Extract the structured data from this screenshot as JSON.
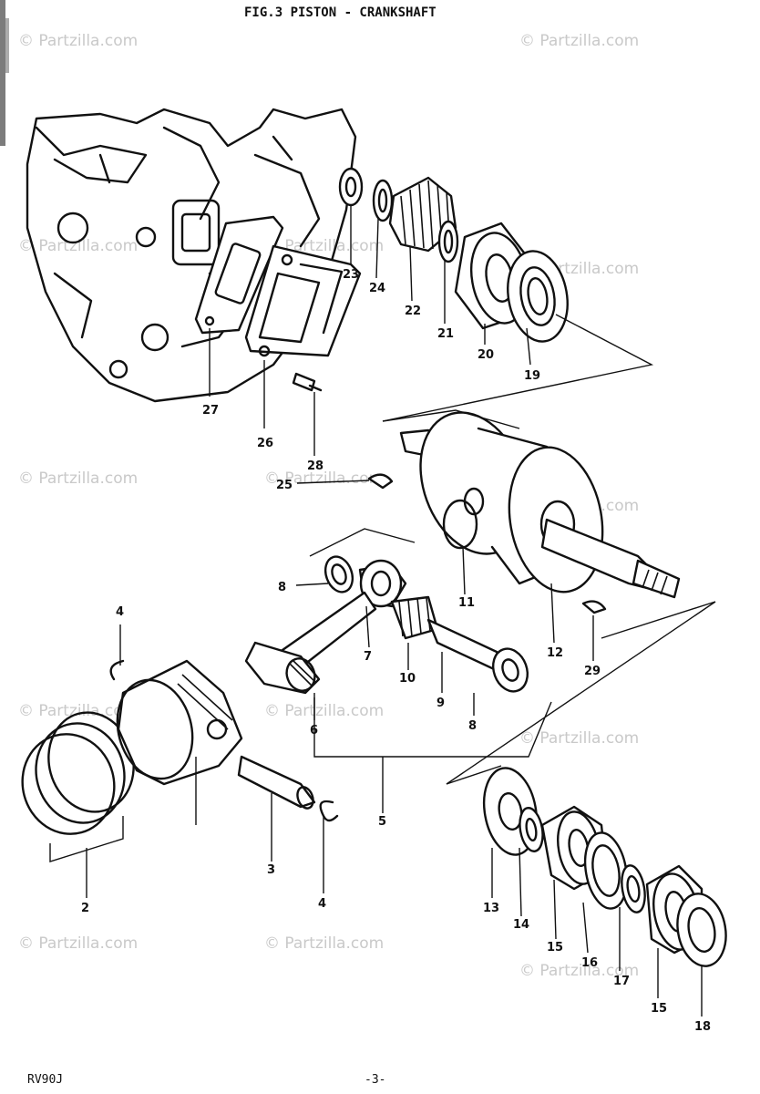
{
  "header": {
    "title": "FIG.3  PISTON - CRANKSHAFT"
  },
  "footer": {
    "model": "RV90J",
    "page": "-3-"
  },
  "watermark": {
    "text": "© Partzilla.com",
    "color": "#c9c9c9"
  },
  "callouts": [
    "2",
    "3",
    "4",
    "4",
    "5",
    "6",
    "7",
    "8",
    "8",
    "9",
    "10",
    "11",
    "12",
    "13",
    "14",
    "15",
    "15",
    "16",
    "17",
    "18",
    "19",
    "20",
    "21",
    "22",
    "23",
    "24",
    "25",
    "26",
    "27",
    "28",
    "29"
  ]
}
